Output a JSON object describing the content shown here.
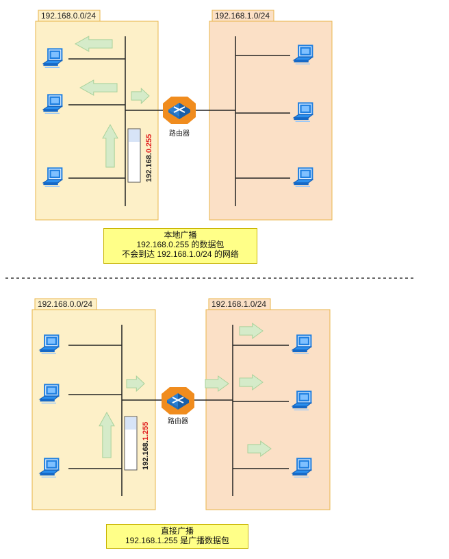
{
  "panels": [
    {
      "left_network": "192.168.0.0/24",
      "right_network": "192.168.1.0/24",
      "router_label": "路由器",
      "packet": {
        "prefix": "192.168.",
        "highlight": "0",
        "suffix": ".255"
      },
      "caption": [
        "本地广播",
        "192.168.0.255 的数据包",
        "不会到达 192.168.1.0/24 的网络"
      ]
    },
    {
      "left_network": "192.168.0.0/24",
      "right_network": "192.168.1.0/24",
      "router_label": "路由器",
      "packet": {
        "prefix": "192.168.",
        "highlight": "1",
        "suffix": ".255"
      },
      "caption": [
        "直接广播",
        "192.168.1.255 是广播数据包"
      ]
    }
  ],
  "colors": {
    "left_zone": "#fdf0c8",
    "right_zone": "#fbe0c6",
    "zone_border": "#e8b44a",
    "highlight_text": "#e02020",
    "arrow_fill": "#d5ebc9",
    "arrow_stroke": "#a8d19a",
    "router_orange": "#f08c1e",
    "router_blue": "#2a7fd4",
    "pc_blue": "#1f7fe0"
  },
  "icons": [
    "computer-icon",
    "router-icon",
    "arrow-icon",
    "packet-icon"
  ]
}
